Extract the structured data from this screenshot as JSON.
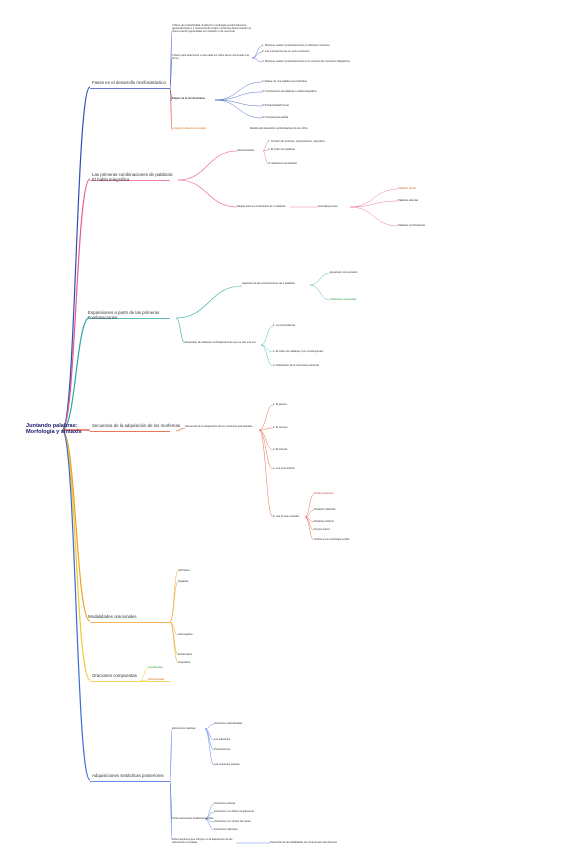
{
  "colors": {
    "root": "#8a7fd4",
    "b1": "#2f4fb8",
    "b2": "#ea5a8a",
    "b3": "#2aa8a0",
    "b4": "#e24a2a",
    "b5": "#5fbf4a",
    "b6": "#f0a020",
    "b7": "#f0c830",
    "b8": "#3a6ad8",
    "red": "#d93030",
    "green": "#2a9a3a",
    "orange": "#d86a10"
  },
  "root": "Juntando palabras: Morfología y sintaxis",
  "branches": [
    {
      "label": "Fases en el desarrollo morfosintáctico"
    },
    {
      "label": "Las primeras combinaciones de palabras: El habla telegráfica"
    },
    {
      "label": "Expansiones a partir de las primeras combinaciones"
    },
    {
      "label": "Secuencia de la adquisición de los morfemas"
    },
    {
      "label": "Modalidades oracionales"
    },
    {
      "label": "Oraciones compuestas"
    },
    {
      "label": "Adquisiciones sintácticas posteriores"
    }
  ],
  "texts": [
    "Criterio de productividad: Analizar la morfología productivamente (generalizando) e ir reconociendo sufijos morfemas determinando un mismo patrón (aprendidas por imitación o de memoria)",
    "Criterio para determinar a qué edad los niños tienen dominado una forma",
    "1. Morfema usado consistentemente en distintos contextos",
    "2. Las mismas formas en otros contextos",
    "3. Morfema usado consistentemente en la mayoría de contextos obligatorios",
    "Etapas de la morfosintaxis",
    "1ª Etapa: de una palabra a la holofrase",
    "2ª Combinación de palabras o habla telegráfica",
    "3ª Productividad formal",
    "4ª Competencia adulta",
    "Longitud media de enunciado",
    "Medida del desarrollo morfosintáctico de los niños",
    "Características",
    "1. Omisión de artículos, preposiciones, adverbios",
    "2. El orden de palabras",
    "3ª relaciones semánticas",
    "Reglas para la combinación de 2 palabras",
    "Gramática pivote",
    "Palabras pivote",
    "Palabras abiertas",
    "Palabras combinatorias",
    "Expansión de la oración",
    "Oraciones compuestas",
    "Aparición de las combinaciones de 3 palabras",
    "Expansión de palabras morfológicamente que se dan a la vez",
    "1. La concordancia",
    "2. El orden de palabras y los constituyentes",
    "3. Adquisición de la estructura oracional",
    "Secuencia de la adquisición de los morfemas gramaticales",
    "1. El género",
    "2. El número",
    "3. El artículo",
    "4. Los pronombres",
    "5. Las formas verbales",
    "Tiempo presente",
    "Pretérito indefinido",
    "Pretérito perfecto",
    "Tiempo futuro",
    "Verbos en la morfología verbal",
    "Afirmativa",
    "Negativa",
    "Interrogativa",
    "Exclamativa",
    "Imperativa",
    "Coordinadas",
    "Subordinadas",
    "Estructuras relativas",
    "Oraciones subordinadas",
    "Las oraciones pasivas",
    "Los adverbios",
    "Preposiciones",
    "Otras estructuras sintácticas tardías",
    "Oraciones pasivas",
    "Oraciones con doble complemento",
    "Oraciones con verbos de causa",
    "Oraciones reflexivas",
    "Sobre aspectos que influyen en la adquisición de las estructuras complejas",
    "Desarrollo de las habilidades de comprensión del discurso"
  ]
}
